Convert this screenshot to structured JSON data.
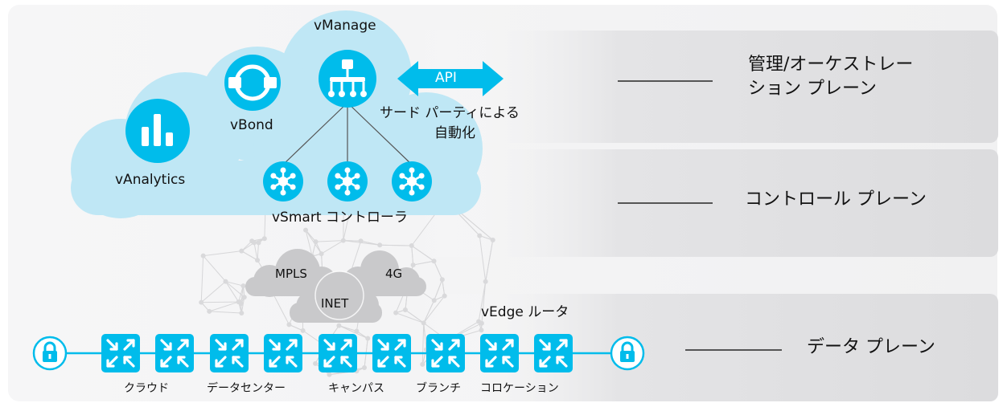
{
  "planes": {
    "management": "管理/オーケストレーション プレーン",
    "management_line1": "管理/オーケストレー",
    "management_line2": "ション プレーン",
    "control": "コントロール プレーン",
    "data": "データ プレーン"
  },
  "components": {
    "vmanage": "vManage",
    "vbond": "vBond",
    "vanalytics": "vAnalytics",
    "vsmart": "vSmart コントローラ",
    "vedge": "vEdge ルータ"
  },
  "api": {
    "label": "API",
    "caption_line1": "サード パーティによる",
    "caption_line2": "自動化"
  },
  "transports": [
    "MPLS",
    "4G",
    "INET"
  ],
  "sites": [
    "クラウド",
    "データセンター",
    "キャンパス",
    "ブランチ",
    "コロケーション"
  ],
  "icons": {
    "vmanage": "network-hierarchy-icon",
    "vbond": "bond-link-icon",
    "vanalytics": "bar-chart-icon",
    "vsmart": "hub-spoke-icon",
    "vedge": "router-arrows-icon",
    "endpoint": "lock-icon"
  },
  "colors": {
    "cloud": "#bfe7f5",
    "accent": "#00bceb",
    "band": "#e2e2e4",
    "transport_cloud": "#c9c9cb"
  }
}
